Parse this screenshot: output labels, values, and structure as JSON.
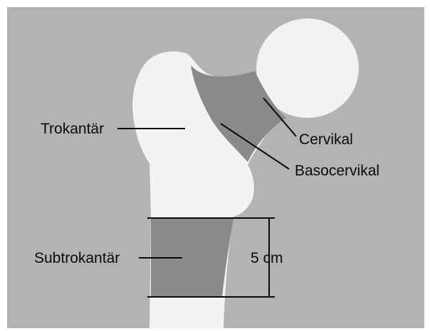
{
  "labels": {
    "trochanteric": "Trokantär",
    "cervical": "Cervikal",
    "basocervical": "Basocervikal",
    "subtrochanteric": "Subtrokantär",
    "distance": "5 cm"
  },
  "colors": {
    "background": "#b3b3b3",
    "bone": "#f2f2f2",
    "fracture_zone": "#8a8a8a",
    "ink": "#0a0a0a"
  }
}
